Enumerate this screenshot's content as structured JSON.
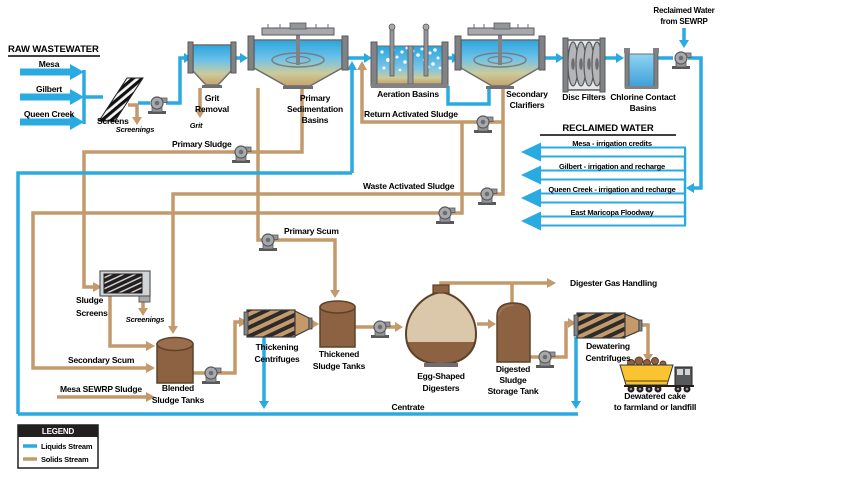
{
  "headers": {
    "raw_wastewater": "RAW WASTEWATER",
    "reclaimed_water": "RECLAIMED WATER",
    "legend": "LEGEND"
  },
  "influents": [
    {
      "label": "Mesa"
    },
    {
      "label": "Gilbert"
    },
    {
      "label": "Queen Creek"
    }
  ],
  "stages": {
    "screens": {
      "label": "Screens"
    },
    "screenings_raw": {
      "label": "Screenings"
    },
    "grit_removal": {
      "lines": [
        "Grit",
        "Removal"
      ]
    },
    "grit": {
      "label": "Grit"
    },
    "primary_sedimentation": {
      "lines": [
        "Primary",
        "Sedimentation",
        "Basins"
      ]
    },
    "aeration_basins": {
      "label": "Aeration Basins"
    },
    "secondary_clarifiers": {
      "lines": [
        "Secondary",
        "Clarifiers"
      ]
    },
    "disc_filters": {
      "label": "Disc Filters"
    },
    "chlorine_contact": {
      "lines": [
        "Chlorine Contact",
        "Basins"
      ]
    }
  },
  "reclaimed": {
    "from_sewrp": {
      "lines": [
        "Reclaimed Water",
        "from SEWRP"
      ]
    },
    "outfalls": [
      {
        "label": "Mesa - irrigation credits"
      },
      {
        "label": "Gilbert - irrigation and recharge"
      },
      {
        "label": "Queen Creek - irrigation and recharge"
      },
      {
        "label": "East Maricopa Floodway"
      }
    ]
  },
  "flows": {
    "primary_sludge": "Primary Sludge",
    "primary_scum": "Primary Scum",
    "return_activated_sludge": "Return Activated Sludge",
    "waste_activated_sludge": "Waste Activated Sludge",
    "secondary_scum": "Secondary Scum",
    "mesa_sewrp_sludge": "Mesa SEWRP Sludge",
    "centrate": "Centrate",
    "digester_gas": "Digester Gas Handling"
  },
  "solids": {
    "sludge_screens": {
      "lines": [
        "Sludge",
        "Screens"
      ]
    },
    "screenings": {
      "label": "Screenings"
    },
    "blended_tanks": {
      "lines": [
        "Blended",
        "Sludge Tanks"
      ]
    },
    "thickening_centrifuges": {
      "lines": [
        "Thickening",
        "Centrifuges"
      ]
    },
    "thickened_tanks": {
      "lines": [
        "Thickened",
        "Sludge Tanks"
      ]
    },
    "egg_digesters": {
      "lines": [
        "Egg-Shaped",
        "Digesters"
      ]
    },
    "digested_storage": {
      "lines": [
        "Digested",
        "Sludge",
        "Storage Tank"
      ]
    },
    "dewatering_centrifuges": {
      "lines": [
        "Dewatering",
        "Centrifuges"
      ]
    },
    "dewatered_cake": {
      "lines": [
        "Dewatered cake",
        "to farmland or landfill"
      ]
    }
  },
  "legend": {
    "items": [
      {
        "label": "Liquids Stream",
        "color": "#29ABE2"
      },
      {
        "label": "Solids Stream",
        "color": "#C49A6C"
      }
    ]
  },
  "colors": {
    "liquids": "#29ABE2",
    "solids": "#C49A6C"
  }
}
